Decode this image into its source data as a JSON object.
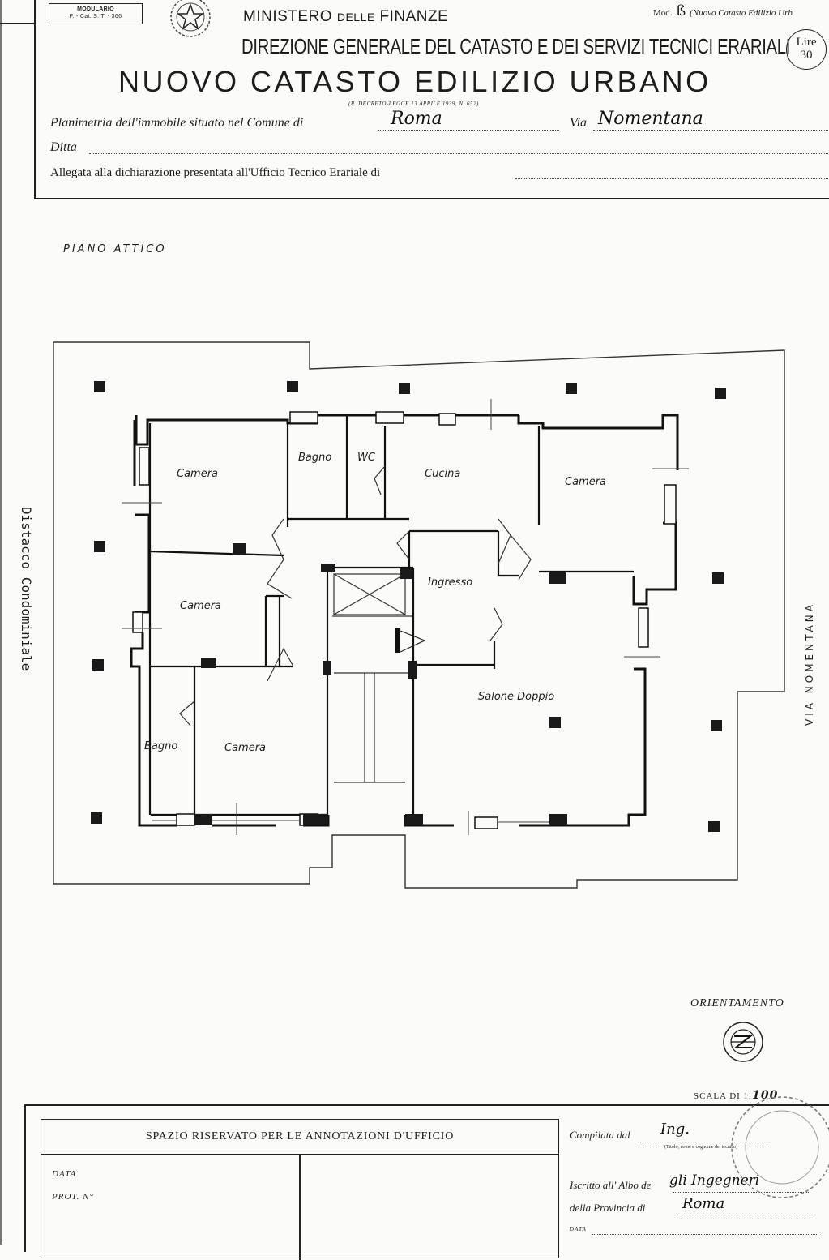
{
  "header": {
    "modulario_line1": "MODULARIO",
    "modulario_line2": "F. - Cat. S. T. - 366",
    "mod_prefix": "Mod.",
    "mod_suffix": "(Nuovo Catasto Edilizio Urb",
    "ministry_word1": "MINISTERO",
    "ministry_word2": "DELLE",
    "ministry_word3": "FINANZE",
    "direzione": "DIREZIONE GENERALE DEL CATASTO E DEI SERVIZI TECNICI ERARIALI",
    "lire_label": "Lire",
    "lire_value": "30",
    "title": "NUOVO CATASTO EDILIZIO URBANO",
    "decreto": "(R. DECRETO-LEGGE 13 APRILE 1939, N. 652)"
  },
  "form": {
    "planimetria_label": "Planimetria dell'immobile situato nel Comune di",
    "comune_value": "Roma",
    "via_label": "Via",
    "via_value": "Nomentana",
    "ditta_label": "Ditta",
    "allegata_label": "Allegata alla dichiarazione presentata all'Ufficio Tecnico Erariale di"
  },
  "plan": {
    "floor_label": "PIANO ATTICO",
    "left_side_label": "Distacco Condominiale",
    "right_side_label": "VIA NOMENTANA",
    "rooms": {
      "camera_nw": "Camera",
      "bagno_top": "Bagno",
      "wc": "WC",
      "cucina": "Cucina",
      "camera_ne": "Camera",
      "camera_w": "Camera",
      "ingresso": "Ingresso",
      "salone": "Salone Doppio",
      "bagno_sw": "Bagno",
      "camera_sw": "Camera"
    }
  },
  "orientation": {
    "label": "ORIENTAMENTO",
    "scale_label": "SCALA DI 1:",
    "scale_value": "100"
  },
  "office": {
    "header": "SPAZIO RISERVATO PER LE ANNOTAZIONI D'UFFICIO",
    "data_label": "DATA",
    "prot_label": "PROT. N°"
  },
  "signature": {
    "compilata_label": "Compilata dal",
    "compilata_value": "Ing.",
    "compilata_note": "(Titolo, nome e cognome del tecnico)",
    "iscritto_label": "Iscritto all' Albo de",
    "iscritto_value": "gli Ingegneri",
    "provincia_label": "della Provincia di",
    "provincia_value": "Roma",
    "data_label": "DATA"
  }
}
